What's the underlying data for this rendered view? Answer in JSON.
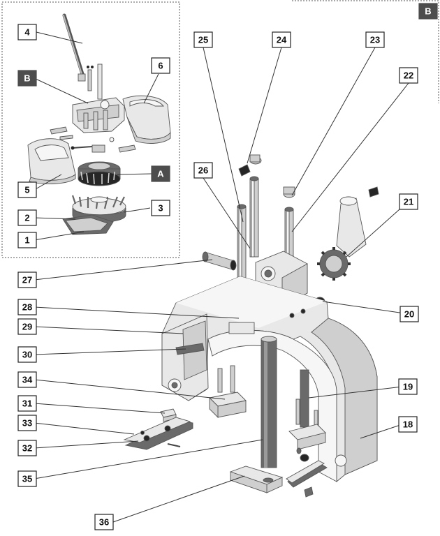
{
  "callouts": {
    "c1": "1",
    "c2": "2",
    "c3": "3",
    "c4": "4",
    "c5": "5",
    "c6": "6",
    "cA": "A",
    "cB_inset": "B",
    "cB_corner": "B",
    "c18": "18",
    "c19": "19",
    "c20": "20",
    "c21": "21",
    "c22": "22",
    "c23": "23",
    "c24": "24",
    "c25": "25",
    "c26": "26",
    "c27": "27",
    "c28": "28",
    "c29": "29",
    "c30": "30",
    "c31": "31",
    "c32": "32",
    "c33": "33",
    "c34": "34",
    "c35": "35",
    "c36": "36"
  },
  "colors": {
    "callout_border": "#222222",
    "dark_callout": "#4d4d4d",
    "part_light": "#e8e8e8",
    "part_shadow": "#cfcfcf",
    "part_dark": "#6a6a6a"
  }
}
